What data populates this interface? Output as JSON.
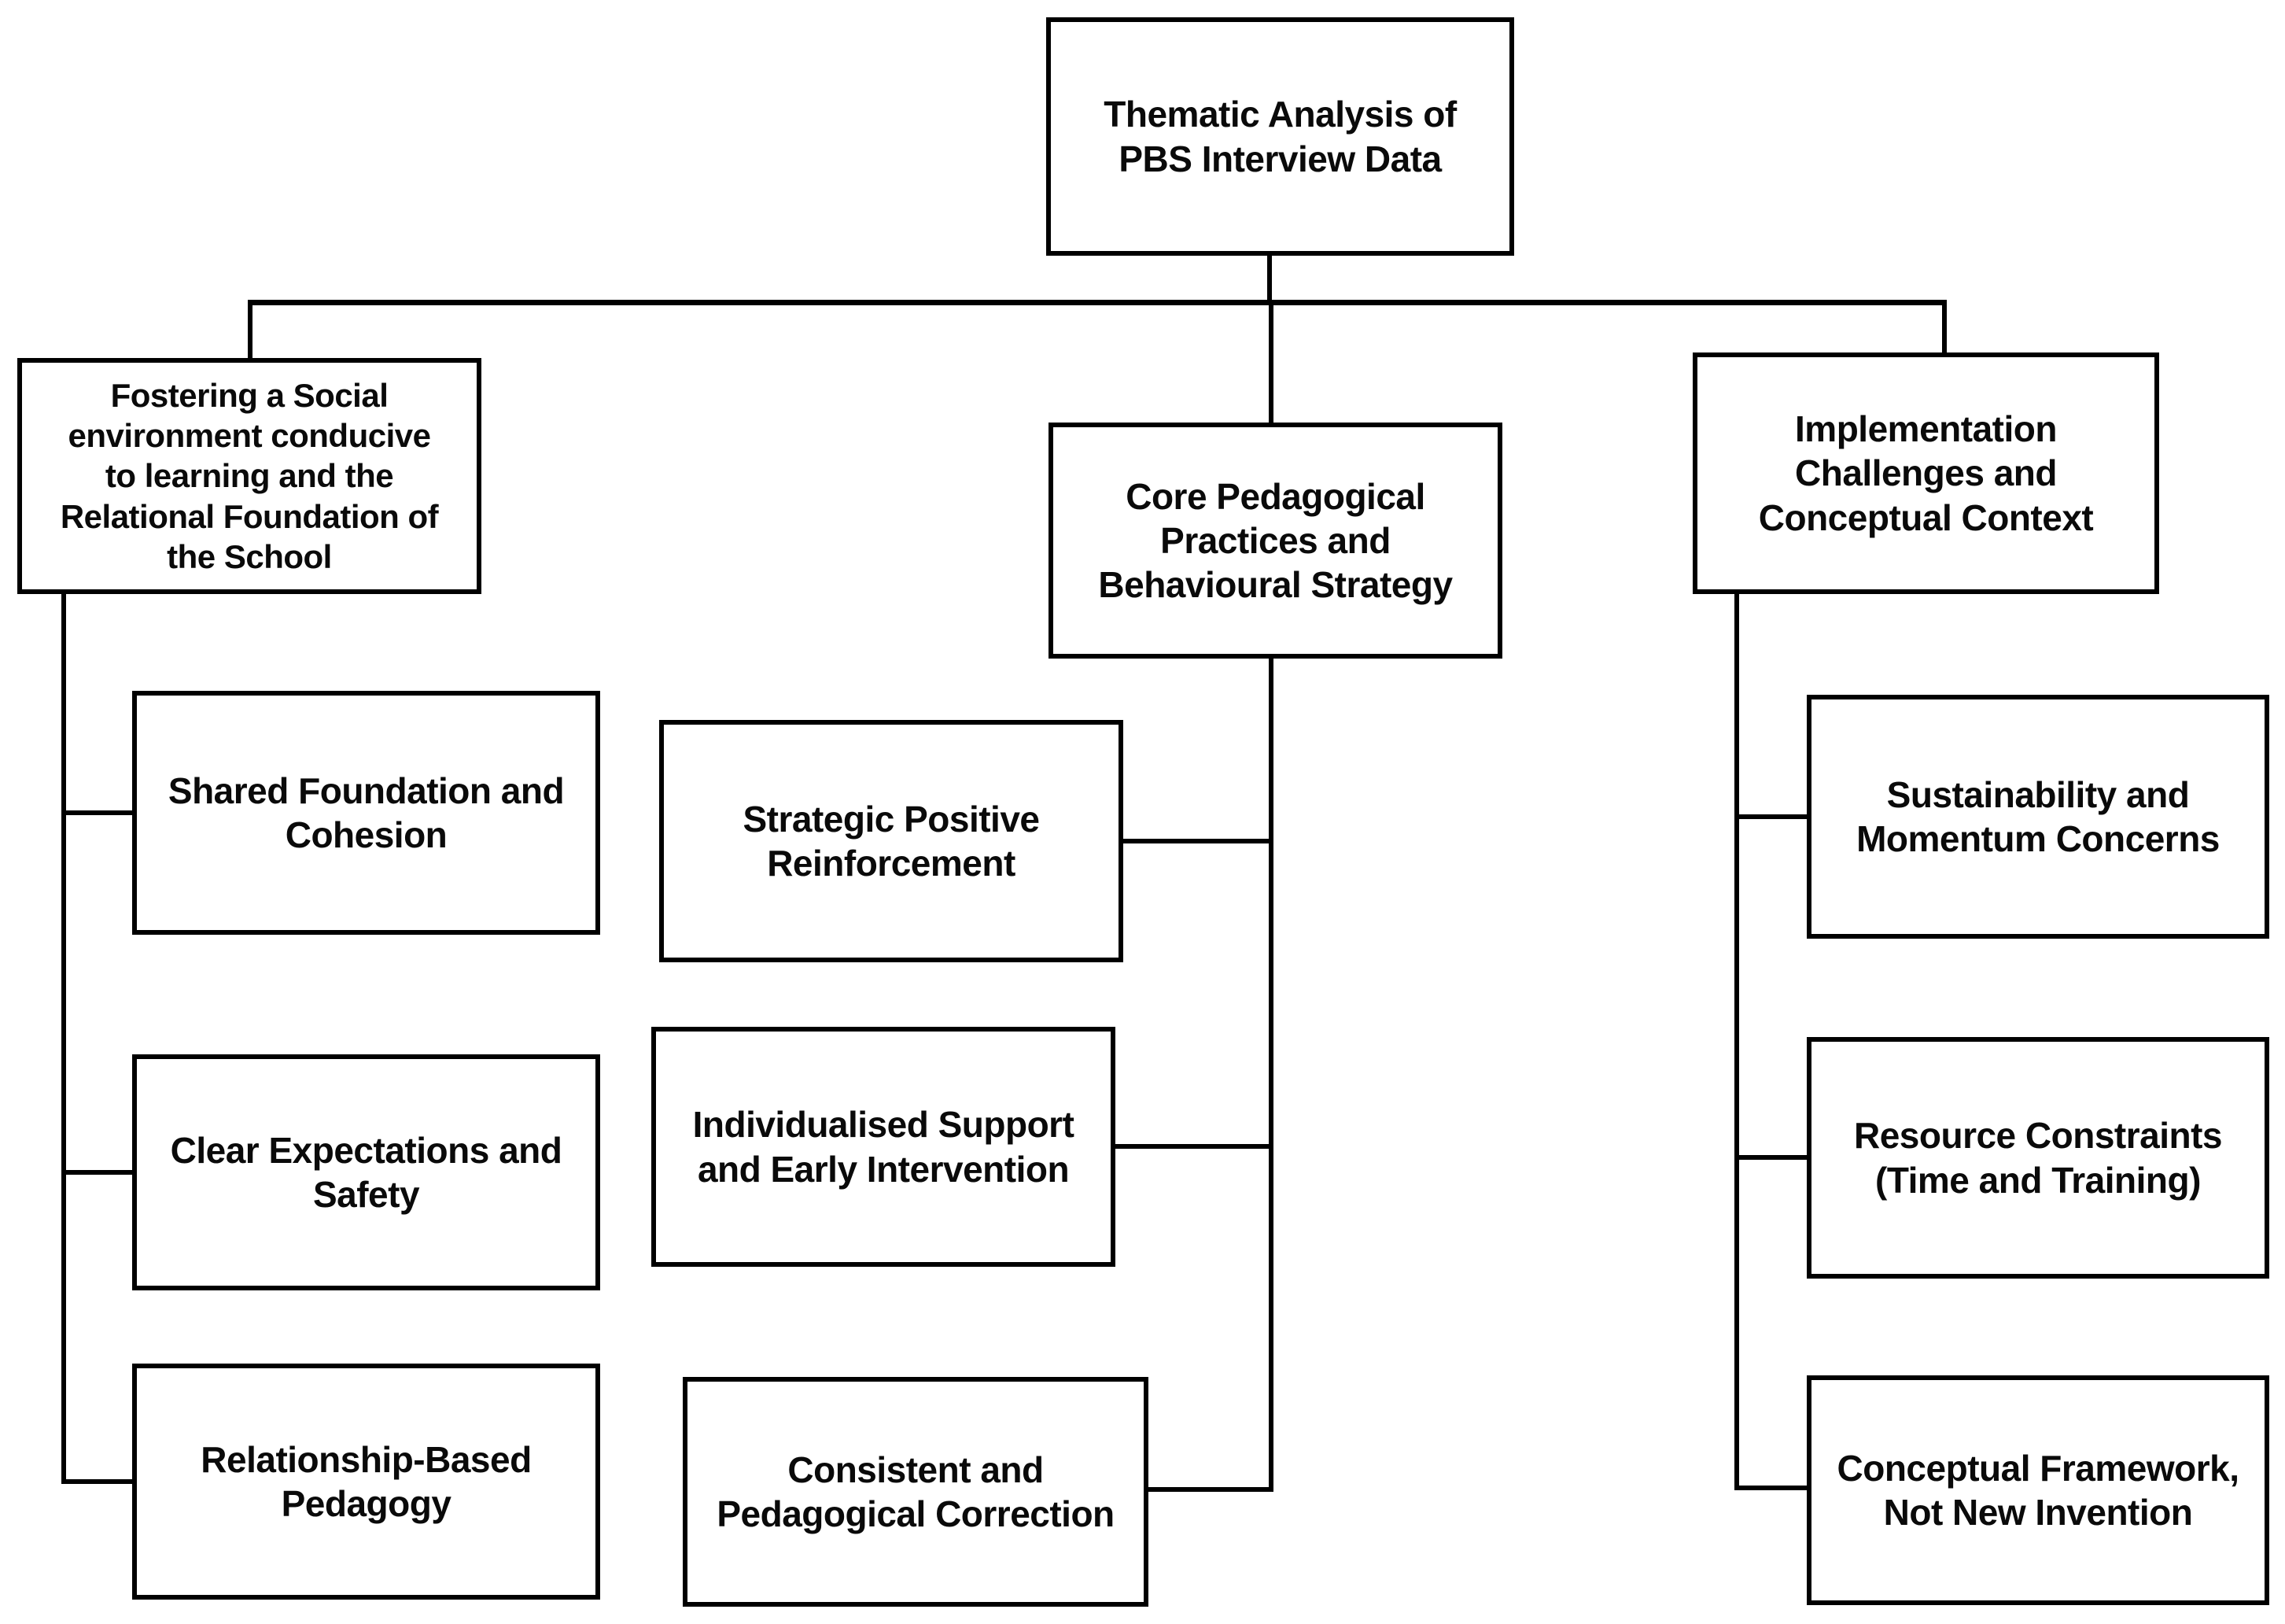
{
  "diagram_title": "Thematic Analysis of PBS Interview Data",
  "tree": {
    "root": {
      "label": "Thematic Analysis of\nPBS Interview Data"
    },
    "branches": [
      {
        "label": "Fostering a Social\nenvironment conducive\nto learning and the\nRelational Foundation of\nthe School",
        "children": [
          {
            "label": "Shared Foundation and\nCohesion"
          },
          {
            "label": "Clear Expectations and\nSafety"
          },
          {
            "label": "Relationship-Based\nPedagogy"
          }
        ]
      },
      {
        "label": "Core Pedagogical\nPractices and\nBehavioural Strategy",
        "children": [
          {
            "label": "Strategic Positive\nReinforcement"
          },
          {
            "label": "Individualised Support\nand Early Intervention"
          },
          {
            "label": "Consistent and\nPedagogical Correction"
          }
        ]
      },
      {
        "label": "Implementation\nChallenges and\nConceptual Context",
        "children": [
          {
            "label": "Sustainability and\nMomentum Concerns"
          },
          {
            "label": "Resource Constraints\n(Time and Training)"
          },
          {
            "label": "Conceptual Framework,\nNot New Invention"
          }
        ]
      }
    ]
  },
  "style": {
    "line_color": "#000000",
    "border_color": "#000000",
    "text_color": "#0a0a0a",
    "background_color": "#ffffff"
  }
}
